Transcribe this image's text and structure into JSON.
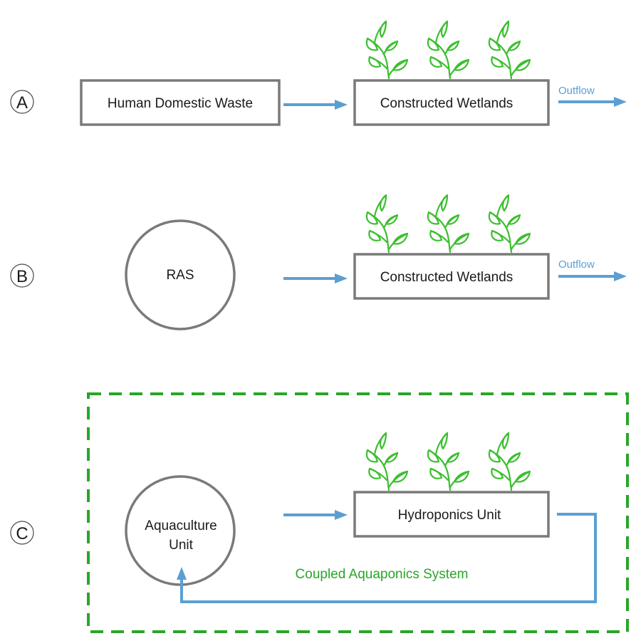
{
  "rows": {
    "a": {
      "marker": "A",
      "source_label": "Human Domestic Waste",
      "wetland_label": "Constructed Wetlands",
      "outflow_label": "Outflow"
    },
    "b": {
      "marker": "B",
      "source_label": "RAS",
      "wetland_label": "Constructed Wetlands",
      "outflow_label": "Outflow"
    },
    "c": {
      "marker": "C",
      "source_line1": "Aquaculture",
      "source_line2": "Unit",
      "hydroponics_label": "Hydroponics Unit",
      "system_label": "Coupled Aquaponics System"
    }
  },
  "colors": {
    "flow": "#5b9fd2",
    "plant": "#3cbf2f",
    "system_border": "#2aa52a",
    "box_border": "#7a7a7a"
  }
}
